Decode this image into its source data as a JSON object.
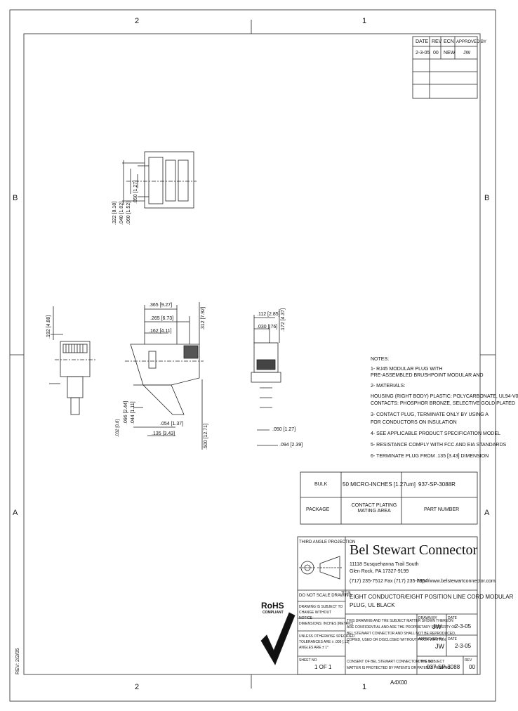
{
  "zones": {
    "top_left": "2",
    "top_right": "1",
    "left_b": "B",
    "right_b": "B",
    "left_a": "A",
    "right_a": "A",
    "bottom_left": "2",
    "bottom_right": "1"
  },
  "revision_table": {
    "headers": [
      "DATE",
      "REV",
      "ECN",
      "APPROVED BY"
    ],
    "rows": [
      [
        "2-3-05",
        "00",
        "NEW",
        "JW"
      ]
    ]
  },
  "notes": {
    "title": "NOTES:",
    "items": [
      "1- RJ45 MODULAR PLUG WITH",
      "   PRE-ASSEMBLED BRUSHPOINT MODULAR AND",
      "2- MATERIALS:",
      "   HOUSING (RIGHT BODY) PLASTIC: POLYCARBONATE, UL94-V0",
      "   CONTACTS: PHOSPHOR BRONZE, SELECTIVE GOLD PLATED",
      "3- CONTACT PLUG, TERMINATE ONLY BY USING A",
      "   FOR CONDUCTORS ON INSULATION",
      "4- SEE APPLICABLE PRODUCT SPECIFICATION MODEL",
      "5- RESISTANCE COMPLY WITH FCC AND EIA STANDARDS",
      "6- TERMINATE PLUG FROM .135 [3.43] DIMENSION"
    ]
  },
  "dimensions": {
    "d1": ".322 [8.18]",
    "d2": ".040 [1.02]",
    "d3": ".060 [1.52]",
    "d4": ".050 [1.27]",
    "d5": ".365 [9.27]",
    "d6": ".265 [6.73]",
    "d7": ".162 [4.11]",
    "d8": ".312 [7.92]",
    "d9": ".096 [2.44]",
    "d10": ".044 [1.11]",
    "d11": ".500 [12.71]",
    "d12": ".054 [1.37]",
    "d13": ".135 [3.43]",
    "d14": ".192 [4.88]",
    "d15": ".032 [0.8]",
    "d16": ".112 [2.85]",
    "d17": ".172 [4.37]",
    "d18": ".030 [.76]",
    "d19": ".094 [2.39]"
  },
  "spec_table": {
    "rows": [
      [
        "BULK",
        "50 MICRO-INCHES [1.27um]",
        "937-SP-3088R"
      ],
      [
        "PACKAGE",
        "CONTACT PLATING\nMATING AREA",
        "PART NUMBER"
      ]
    ]
  },
  "title_block": {
    "projection": "THIRD ANGLE PROJECTION",
    "company": "Bel Stewart Connector",
    "address1": "11118 Susquehanna Trail South",
    "address2": "Glen Rock, PA 17327-9199",
    "phone": "(717) 235-7512  Fax (717) 235-7954",
    "website": "http://www.belstewartconnector.com",
    "do_not_scale": "DO NOT SCALE DRAWING",
    "title_label": "TITLE",
    "title_line1": "EIGHT CONDUCTOR/EIGHT POSITION LINE CORD MODULAR",
    "title_line2": "PLUG, UL BLACK",
    "subject": "DRAWING IS SUBJECT TO CHANGE WITHOUT NOTICE",
    "dims_in": "DIMENSIONS: INCHES [METRIC]",
    "tolerance1": "UNLESS OTHERWISE SPECIFIED",
    "tolerance2": "TOLERANCES ARE ± .005 [.13]",
    "tolerance3": "ANGLES ARE ± 1°",
    "sheet_label": "SHEET NO",
    "sheet": "1 OF 1",
    "drawn_by_label": "DRAWN BY",
    "drawn_by": "JW",
    "drawn_date_label": "DATE",
    "drawn_date": "2-3-05",
    "approved_by_label": "APPROVED BY",
    "approved_by": "JW",
    "approved_date_label": "DATE",
    "approved_date": "2-3-05",
    "proprietary1": "THIS DRAWING AND THE SUBJECT MATTER SHOWN THEREON",
    "proprietary2": "ARE CONFIDENTIAL AND ARE THE PROPRIETARY PROPERTY OF",
    "proprietary3": "BEL STEWART CONNECTOR AND SHALL NOT BE REPRODUCED,",
    "proprietary4": "COPIED, USED OR DISCLOSED WITHOUT PRIOR WRITTEN",
    "proprietary5": "CONSENT OF BEL STEWART CONNECTOR. THE SUBJECT",
    "proprietary6": "MATTER IS PROTECTED BY PATENTS OR PATENTS PENDING.",
    "dwg_label": "DWG NO",
    "dwg_no": "937-SP-3088",
    "rev_label": "REV",
    "rev": "00",
    "rohs": "RoHS",
    "rohs_sub": "COMPLIANT"
  },
  "side_note": "REV: 2/2/05",
  "bottom_code": "A4X00"
}
